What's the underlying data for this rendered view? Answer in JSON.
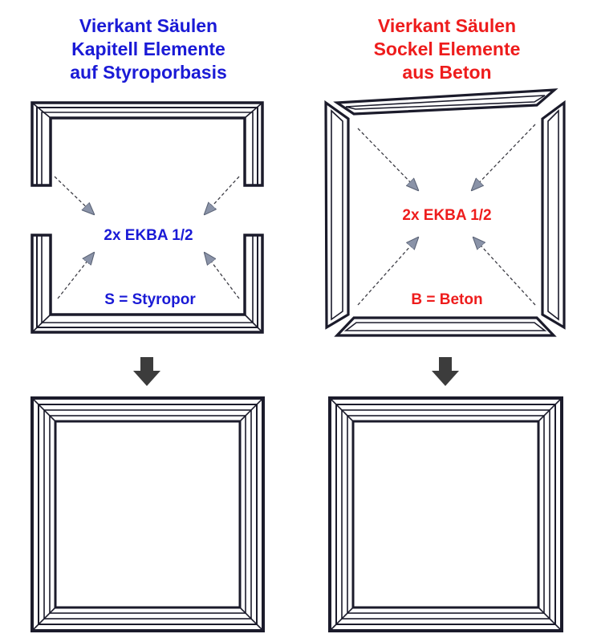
{
  "colors": {
    "left_accent": "#1a1ad6",
    "right_accent": "#ee1c1c",
    "frame_stroke": "#1b1b2b",
    "frame_fill": "#ffffff",
    "arrow_head": "#8a93a8",
    "down_arrow": "#3c3c3c"
  },
  "left": {
    "title_lines": [
      "Vierkant Säulen",
      "Kapitell Elemente",
      "auf Styroporbasis"
    ],
    "element_label": "2x EKBA 1/2",
    "material_label": "S = Styropor"
  },
  "right": {
    "title_lines": [
      "Vierkant Säulen",
      "Sockel Elemente",
      "aus Beton"
    ],
    "element_label": "2x EKBA 1/2",
    "material_label": "B = Beton"
  },
  "icons": {
    "down_arrow": "down-arrow-icon",
    "assembly_arrow": "dashed-arrow-icon"
  }
}
